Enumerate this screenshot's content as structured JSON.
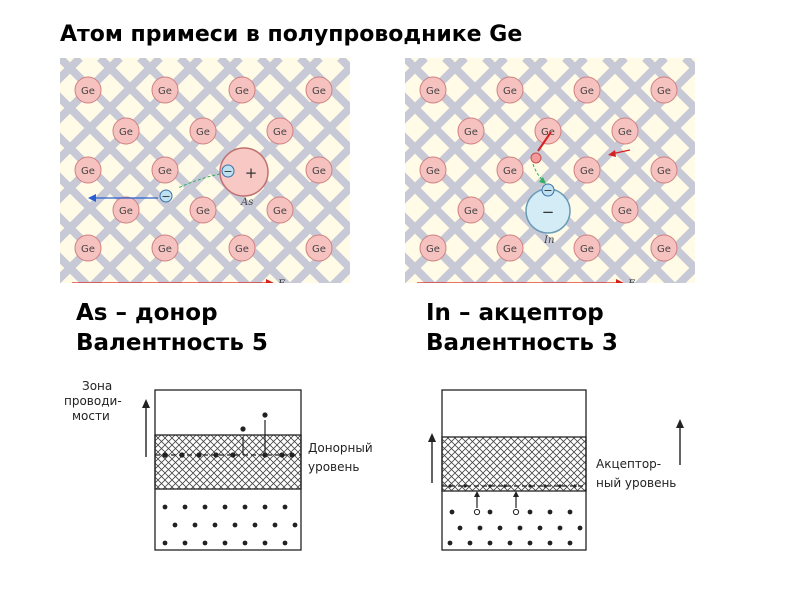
{
  "title": "Атом примеси в полупроводнике Ge",
  "colors": {
    "lattice_bg": "#fffbe6",
    "bond": "#c7c9d6",
    "ge_fill": "#f6c2c0",
    "ge_stroke": "#d08080",
    "donor_fill": "#f8c8c4",
    "acceptor_fill": "#d4ecf5",
    "electron_fill": "#bde1f0",
    "hole_fill": "#f49a9a",
    "arrow_blue": "#2a5fd1",
    "arrow_red": "#d62020",
    "arrow_green": "#2fb05a"
  },
  "lattice_left": {
    "atom_label": "Ge",
    "impurity_label": "As",
    "impurity_sign": "+",
    "electron_sign": "−",
    "field_label": "E"
  },
  "lattice_right": {
    "atom_label": "Ge",
    "impurity_label": "In",
    "impurity_sign": "−",
    "electron_sign": "−",
    "field_label": "E"
  },
  "donor_caption": {
    "line1": "As – донор",
    "line2": "Валентность 5"
  },
  "acceptor_caption": {
    "line1": "In – акцептор",
    "line2": "Валентность 3"
  },
  "band_left": {
    "zone_label_lines": [
      "Зона",
      "проводи-",
      "мости"
    ],
    "level_label_lines": [
      "Донорный",
      "уровень"
    ]
  },
  "band_right": {
    "level_label_lines": [
      "Акцептор-",
      "ный уровень"
    ]
  }
}
